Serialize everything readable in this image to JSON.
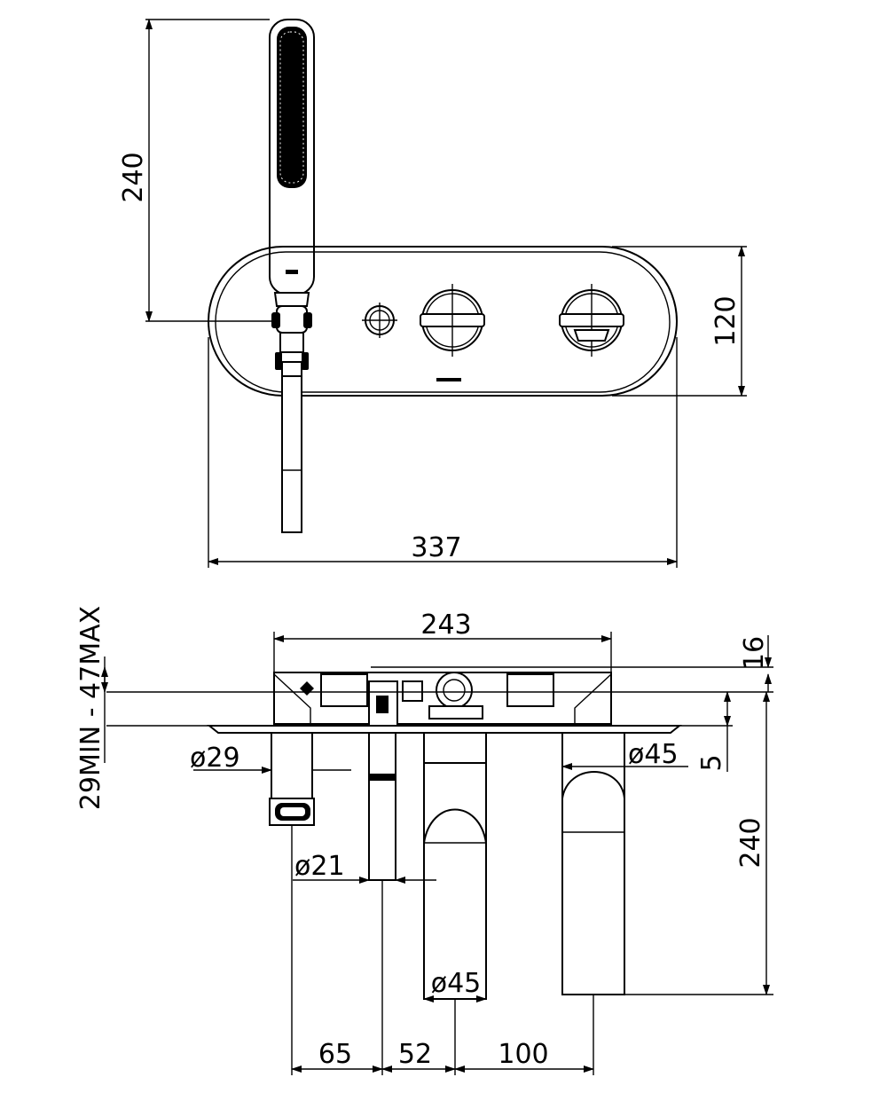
{
  "dimensions": {
    "handshower_length": "240",
    "plate_height": "120",
    "plate_width": "337",
    "body_width": "243",
    "wall_range": "29MIN - 47MAX",
    "top_offset": "16",
    "plate_offset": "5",
    "dia_29": "ø29",
    "dia_45_right": "ø45",
    "dia_21": "ø21",
    "dia_45_center": "ø45",
    "spout_length": "240",
    "spacing_65": "65",
    "spacing_52": "52",
    "spacing_100": "100"
  },
  "colors": {
    "line": "#000000",
    "background": "#ffffff"
  }
}
